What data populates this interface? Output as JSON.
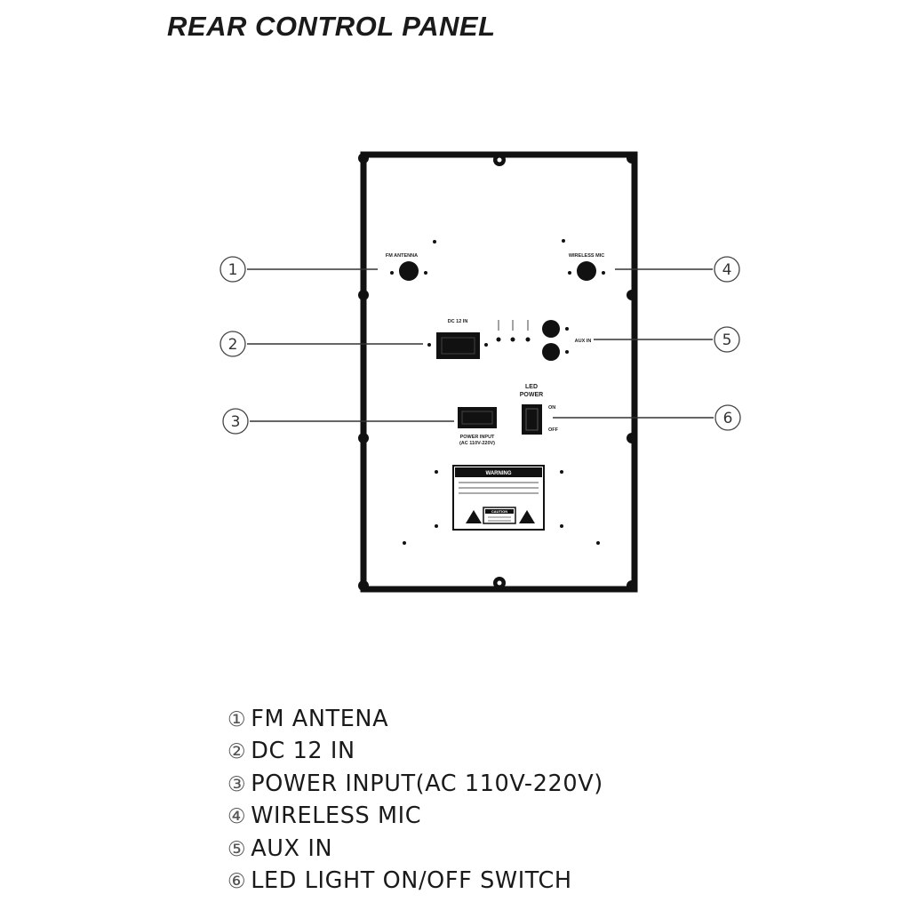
{
  "title": "REAR CONTROL PANEL",
  "panel_labels": {
    "fm_antenna": "FM ANTENNA",
    "wireless_mic": "WIRELESS MIC",
    "dc_12v": "DC 12 IN",
    "aux_in": "AUX IN",
    "led_power": [
      "LED",
      "POWER"
    ],
    "switch_on": "ON",
    "switch_off": "OFF",
    "power_input": [
      "POWER INPUT",
      "(AC 110V-220V)"
    ],
    "warning": "WARNING",
    "caution": "CAUTION"
  },
  "callouts": [
    {
      "num": "①",
      "label": "FM ANTENA"
    },
    {
      "num": "②",
      "label": "DC 12 IN"
    },
    {
      "num": "③",
      "label": "POWER INPUT(AC 110V-220V)"
    },
    {
      "num": "④",
      "label": "WIRELESS MIC"
    },
    {
      "num": "⑤",
      "label": "AUX IN"
    },
    {
      "num": "⑥",
      "label": "LED LIGHT ON/OFF SWITCH"
    }
  ]
}
